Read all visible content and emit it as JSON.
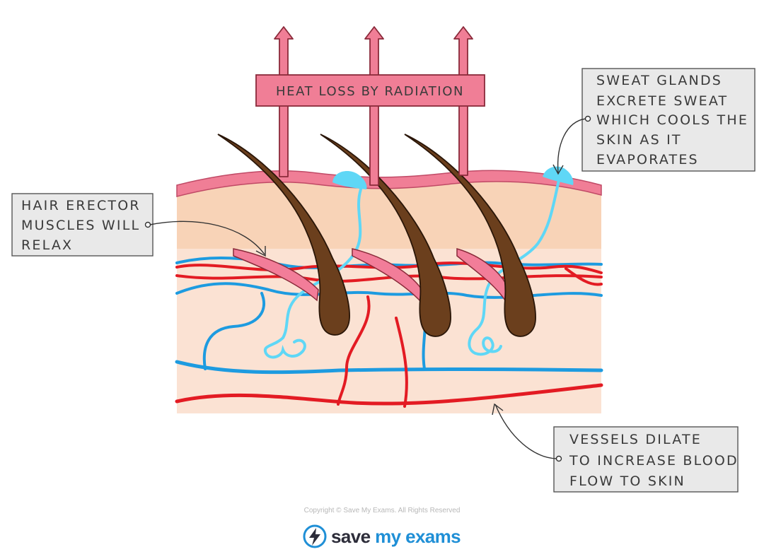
{
  "labels": {
    "heat_loss": "HEAT LOSS BY RADIATION",
    "sweat": [
      "SWEAT GLANDS",
      "EXCRETE SWEAT",
      "WHICH COOLS THE",
      "SKIN AS IT",
      "EVAPORATES"
    ],
    "hair": [
      "HAIR ERECTOR",
      "MUSCLES WILL",
      "RELAX"
    ],
    "vessels": [
      "VESSELS DILATE",
      "TO INCREASE BLOOD",
      "FLOW TO SKIN"
    ]
  },
  "footer": {
    "copyright": "Copyright © Save My Exams. All Rights Reserved",
    "brand_a": "save ",
    "brand_b": "my exams"
  },
  "colors": {
    "epidermis": "#f8d3b7",
    "dermis": "#fbe2d3",
    "skin_top": "#f07e96",
    "hair": "#6b3f1d",
    "muscle": "#f27d99",
    "artery": "#e31b23",
    "vein": "#1d9be0",
    "sweat": "#5fd7f6",
    "arrow": "#f07e96",
    "label_box": "#e9e9e9"
  },
  "icons": [
    "lightning-bolt-icon"
  ]
}
